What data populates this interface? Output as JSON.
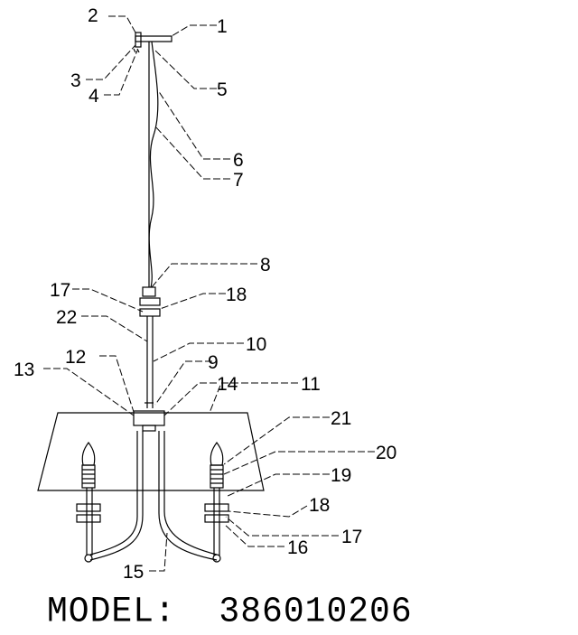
{
  "labels": [
    "1",
    "2",
    "3",
    "4",
    "5",
    "6",
    "7",
    "8",
    "17",
    "18",
    "22",
    "10",
    "12",
    "9",
    "13",
    "14",
    "11",
    "21",
    "20",
    "19",
    "18",
    "17",
    "16",
    "15"
  ],
  "model": "MODEL:  386010206"
}
